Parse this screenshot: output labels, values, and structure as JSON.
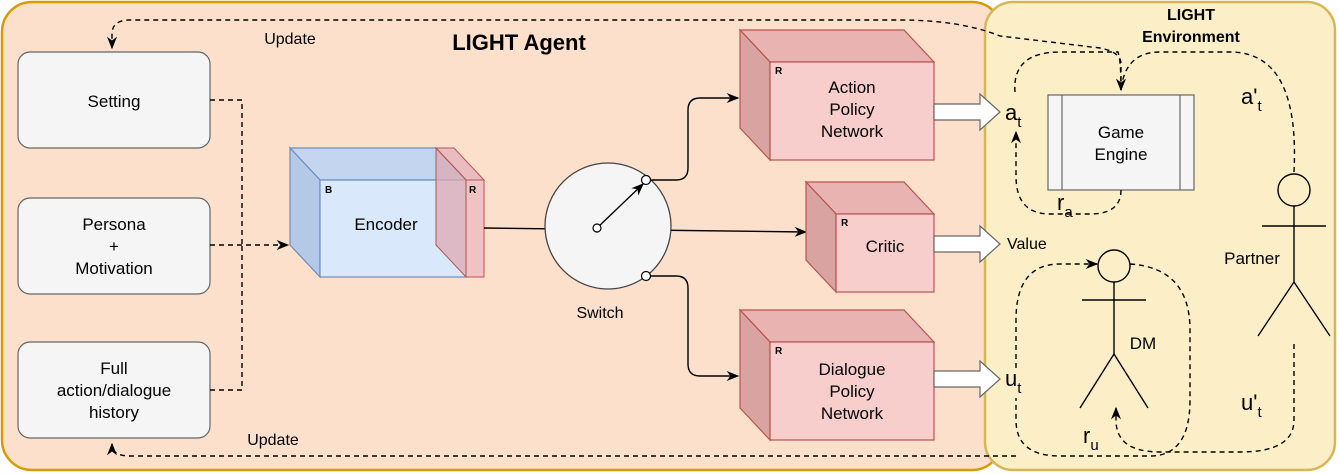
{
  "agent": {
    "title": "LIGHT Agent"
  },
  "environment": {
    "title_line1": "LIGHT",
    "title_line2": "Environment"
  },
  "inputs": {
    "setting": "Setting",
    "persona_line1": "Persona",
    "persona_line2": "+",
    "persona_line3": "Motivation",
    "history_line1": "Full",
    "history_line2": "action/dialogue",
    "history_line3": "history"
  },
  "encoder": {
    "label": "Encoder",
    "tag_b": "B",
    "tag_r": "R"
  },
  "switch": {
    "label": "Switch"
  },
  "networks": {
    "action_line1": "Action",
    "action_line2": "Policy",
    "action_line3": "Network",
    "critic": "Critic",
    "dialogue_line1": "Dialogue",
    "dialogue_line2": "Policy",
    "dialogue_line3": "Network",
    "tag_r": "R"
  },
  "outputs": {
    "a_base": "a",
    "a_sub": "t",
    "value": "Value",
    "u_base": "u",
    "u_sub": "t"
  },
  "game_engine": {
    "line1": "Game",
    "line2": "Engine"
  },
  "rewards": {
    "ra_base": "r",
    "ra_sub": "a",
    "ru_base": "r",
    "ru_sub": "u"
  },
  "partner": {
    "label": "Partner",
    "a_base": "a'",
    "a_sub": "t",
    "u_base": "u'",
    "u_sub": "t"
  },
  "dm": {
    "label": "DM"
  },
  "updates": {
    "top": "Update",
    "bottom": "Update"
  },
  "colors": {
    "agent_fill": "#fce0cc",
    "agent_stroke": "#d79b00",
    "env_fill": "#fcefc7",
    "env_stroke": "#d6b656",
    "input_fill": "#f5f5f5",
    "encoder_fill": "#dae8fc",
    "encoder_stroke": "#6c8ebf",
    "net_fill": "#f8cecc",
    "net_stroke": "#b85450"
  }
}
